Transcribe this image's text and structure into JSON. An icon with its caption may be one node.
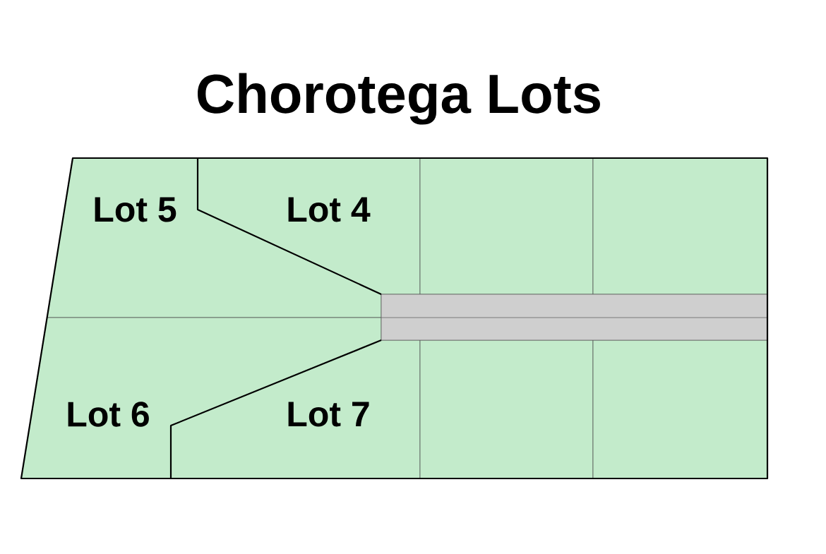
{
  "diagram": {
    "title": "Chorotega Lots",
    "nodes": [
      {
        "text": [
          "Lot 5"
        ]
      },
      {
        "text": [
          "Lot 4"
        ]
      },
      {
        "text": [],
        "shape": "box"
      },
      {
        "text": [],
        "shape": "box"
      },
      {
        "text": [
          "Lot 6"
        ]
      },
      {
        "text": [
          "Lot 7"
        ]
      },
      {
        "text": [],
        "shape": "box"
      },
      {
        "text": [],
        "shape": "box"
      }
    ]
  }
}
